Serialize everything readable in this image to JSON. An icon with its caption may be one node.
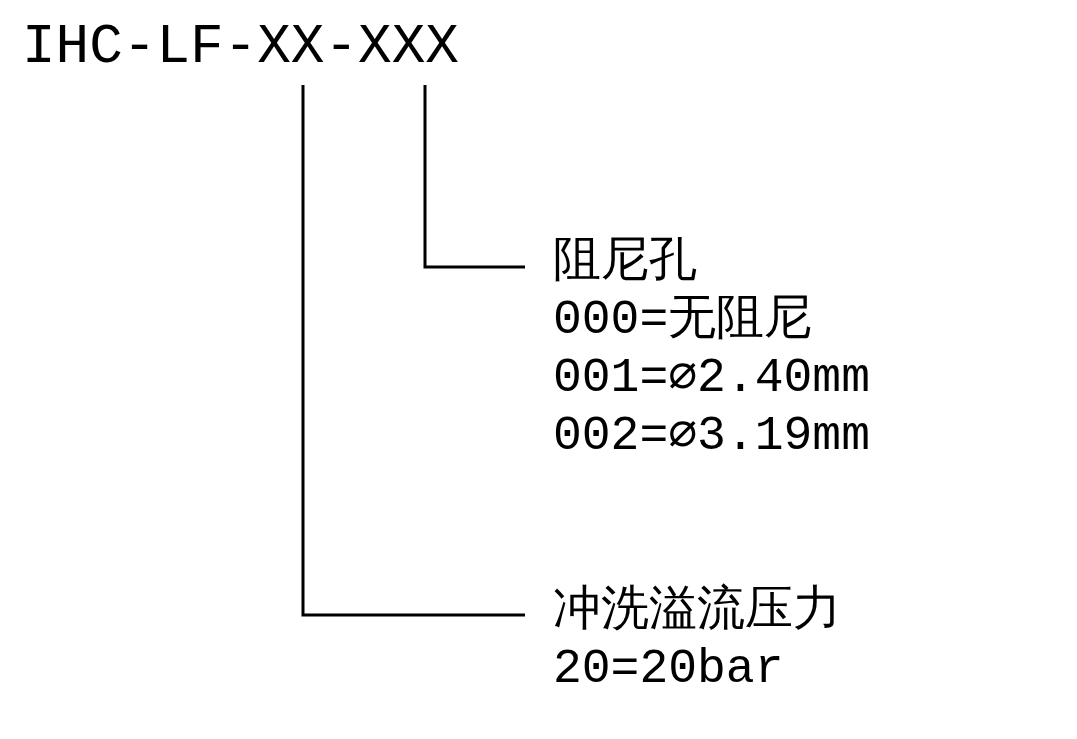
{
  "diagram": {
    "nodes": [
      {
        "text": [
          "IHC-LF-XX-XXX"
        ]
      },
      {
        "text": [
          "阻尼孔",
          "000=无阻尼",
          "001=∅2.40mm",
          "002=∅3.19mm"
        ]
      },
      {
        "text": [
          "冲洗溢流压力",
          "20=20bar"
        ]
      }
    ],
    "edges": [
      {
        "from": 1,
        "to": 0,
        "arrow": "none"
      },
      {
        "from": 2,
        "to": 0,
        "arrow": "none"
      }
    ]
  }
}
